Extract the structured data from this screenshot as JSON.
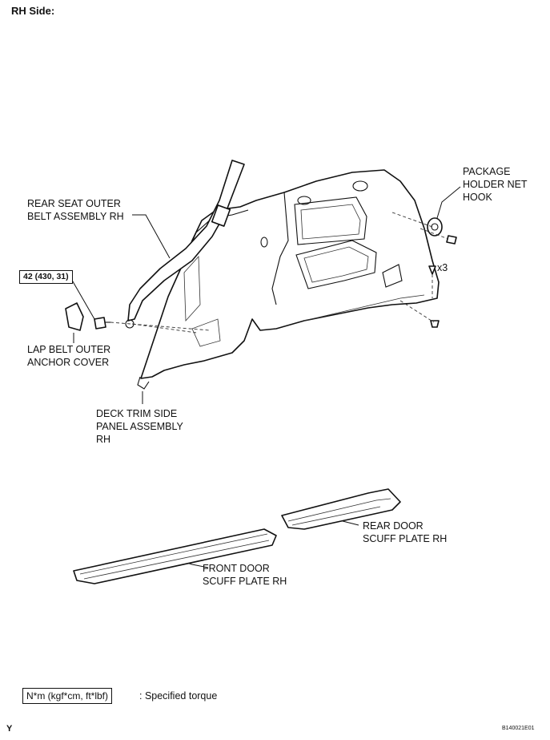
{
  "header": {
    "title": "RH Side:"
  },
  "labels": {
    "seat_belt": [
      "REAR SEAT OUTER",
      "BELT ASSEMBLY RH"
    ],
    "net_hook": [
      "PACKAGE",
      "HOLDER NET",
      "HOOK"
    ],
    "anchor_cover": [
      "LAP BELT OUTER",
      "ANCHOR COVER"
    ],
    "deck_trim": [
      "DECK TRIM SIDE",
      "PANEL ASSEMBLY",
      "RH"
    ],
    "rear_scuff": [
      "REAR DOOR",
      "SCUFF PLATE RH"
    ],
    "front_scuff": [
      "FRONT DOOR",
      "SCUFF PLATE RH"
    ],
    "quantity": "x3"
  },
  "torque": {
    "value": "42 (430, 31)"
  },
  "legend": {
    "box": "N*m (kgf*cm, ft*lbf)",
    "text": ": Specified torque"
  },
  "footer": {
    "left_mark": "Y",
    "code": "B140021E01"
  }
}
